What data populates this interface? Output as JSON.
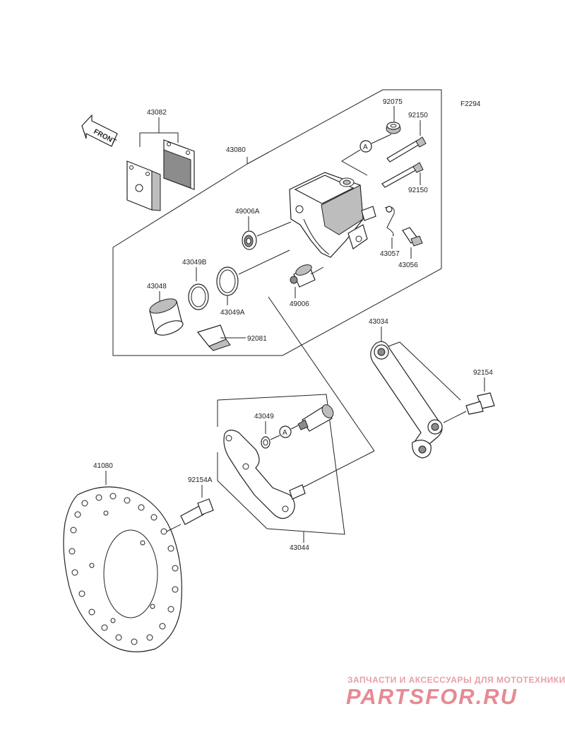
{
  "diagram": {
    "code": "F2294",
    "front_label": "FRONT",
    "parts": {
      "p43082": "43082",
      "p43080": "43080",
      "p92075": "92075",
      "p92150a": "92150",
      "p92150b": "92150",
      "p49006A": "49006A",
      "p43057": "43057",
      "p43056": "43056",
      "p43049B": "43049B",
      "p43048": "43048",
      "p43049A": "43049A",
      "p49006": "49006",
      "p92081": "92081",
      "p43034": "43034",
      "p92154": "92154",
      "p43049": "43049",
      "p41080": "41080",
      "p92154A": "92154A",
      "p43044": "43044",
      "refA1": "A",
      "refA2": "A"
    }
  },
  "watermark": {
    "tagline": "ЗАПЧАСТИ И АКСЕССУАРЫ ДЛЯ МОТОТЕХНИКИ",
    "brand": "PARTSFOR.RU"
  },
  "colors": {
    "line": "#222222",
    "watermark": "#e68a93"
  }
}
